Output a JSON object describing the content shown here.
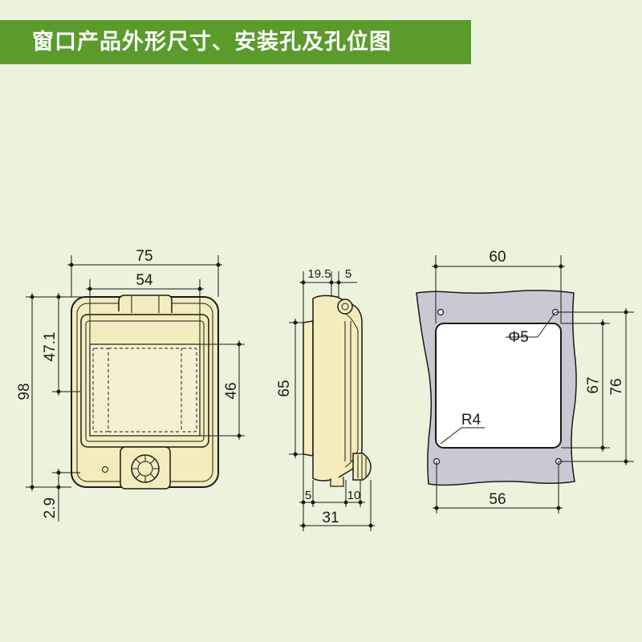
{
  "banner": {
    "title": "窗口产品外形尺寸、安装孔及孔位图"
  },
  "colors": {
    "background": "#ecf3dc",
    "banner": "#5a9b2c",
    "product_fill": "#f3ecbc",
    "panel_fill": "#c9c9d3"
  },
  "front_view": {
    "width": "75",
    "inner_width": "54",
    "height": "98",
    "upper": "47.1",
    "window_height": "46",
    "bottom_offset": "2.9"
  },
  "side_view": {
    "top_a": "19.5",
    "top_b": "5",
    "height": "65",
    "bottom_a": "5",
    "bottom_b": "10",
    "depth": "31"
  },
  "cutout_view": {
    "width": "60",
    "hole_diameter": "Φ5",
    "corner_radius": "R4",
    "cut_height": "67",
    "hole_spacing_v": "76",
    "hole_spacing_h": "56"
  }
}
